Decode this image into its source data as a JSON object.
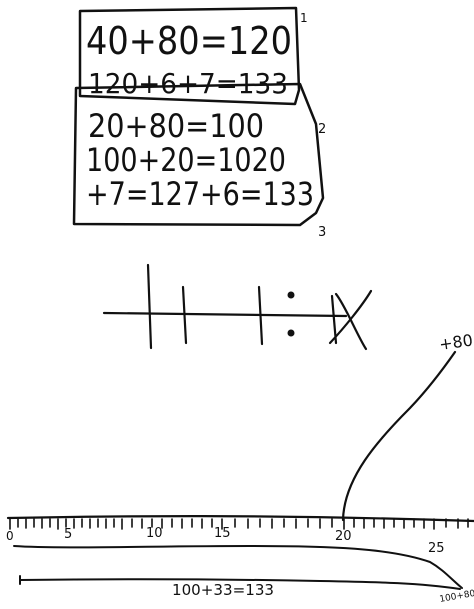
{
  "box_a": {
    "line1": "40+80=120",
    "line2": "120+6+7=133",
    "label": "1"
  },
  "box_b": {
    "line1": "20+80=100",
    "line2": "100+20=1020",
    "line3": "+7=127+6=133",
    "label_side": "2",
    "label_bottom": "3"
  },
  "arrow_note": "+80",
  "number_line": {
    "ticks_labeled": [
      "0",
      "5",
      "10",
      "15",
      "20",
      "25"
    ],
    "bottom_equation": "100+33=133",
    "end_label": "100+80"
  }
}
